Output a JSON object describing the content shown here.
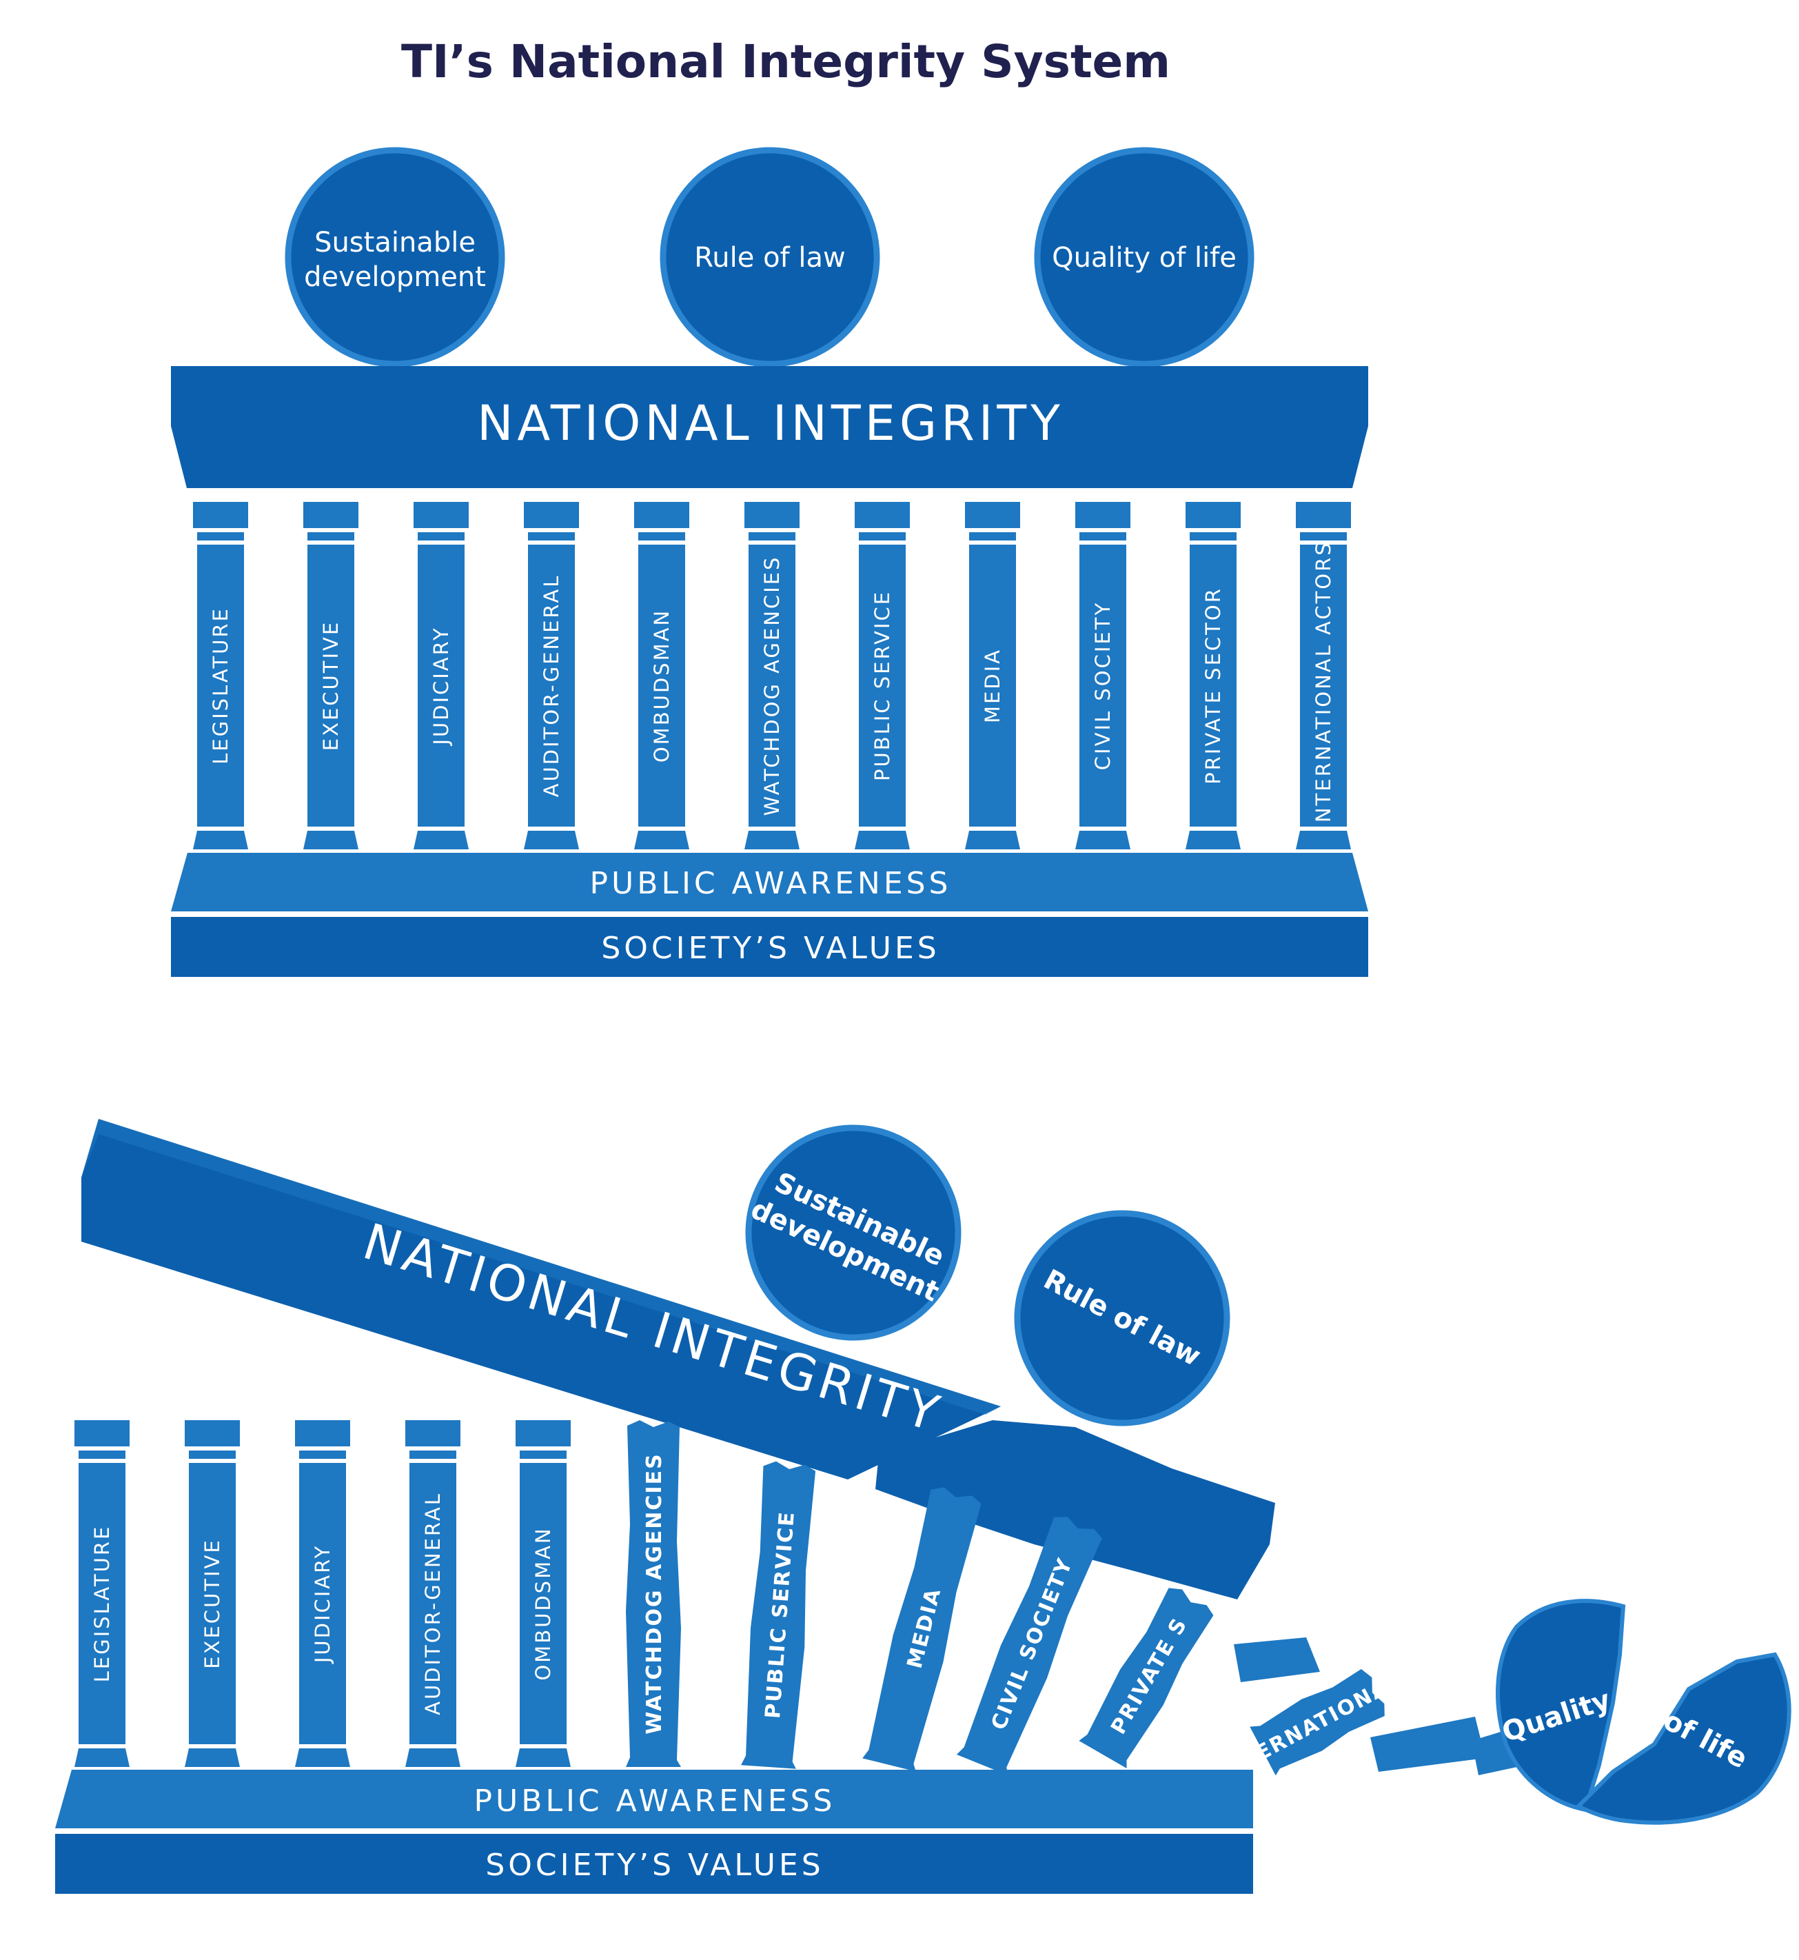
{
  "title": "TI’s National Integrity System",
  "intact": {
    "goals": [
      {
        "line1": "Sustainable",
        "line2": "development"
      },
      {
        "line1": "Rule of law",
        "line2": ""
      },
      {
        "line1": "Quality of life",
        "line2": ""
      }
    ],
    "roof": "NATIONAL INTEGRITY",
    "pillars": [
      "LEGISLATURE",
      "EXECUTIVE",
      "JUDICIARY",
      "AUDITOR-GENERAL",
      "OMBUDSMAN",
      "WATCHDOG AGENCIES",
      "PUBLIC SERVICE",
      "MEDIA",
      "CIVIL SOCIETY",
      "PRIVATE SECTOR",
      "INTERNATIONAL ACTORS"
    ],
    "base_upper": "PUBLIC AWARENESS",
    "base_lower": "SOCIETY’S VALUES"
  },
  "collapsed": {
    "roof": "NATIONAL INTEGRITY",
    "goal_sustainable_line1": "Sustainable",
    "goal_sustainable_line2": "development",
    "goal_rule": "Rule of law",
    "goal_quality_left": "Quality",
    "goal_quality_right": "of life",
    "standing_pillars": [
      "LEGISLATURE",
      "EXECUTIVE",
      "JUDICIARY",
      "AUDITOR-GENERAL",
      "OMBUDSMAN"
    ],
    "falling_pillars": [
      "WATCHDOG AGENCIES",
      "PUBLIC SERVICE",
      "MEDIA",
      "CIVIL SOCIETY",
      "PRIVATE S",
      "INTERNATIONAL A"
    ],
    "base_upper": "PUBLIC AWARENESS",
    "base_lower": "SOCIETY’S VALUES"
  },
  "colors": {
    "dark_blue": "#0c5fad",
    "mid_blue": "#1e78c2",
    "circle_edge": "#2a84cf",
    "title_navy": "#20214f"
  }
}
